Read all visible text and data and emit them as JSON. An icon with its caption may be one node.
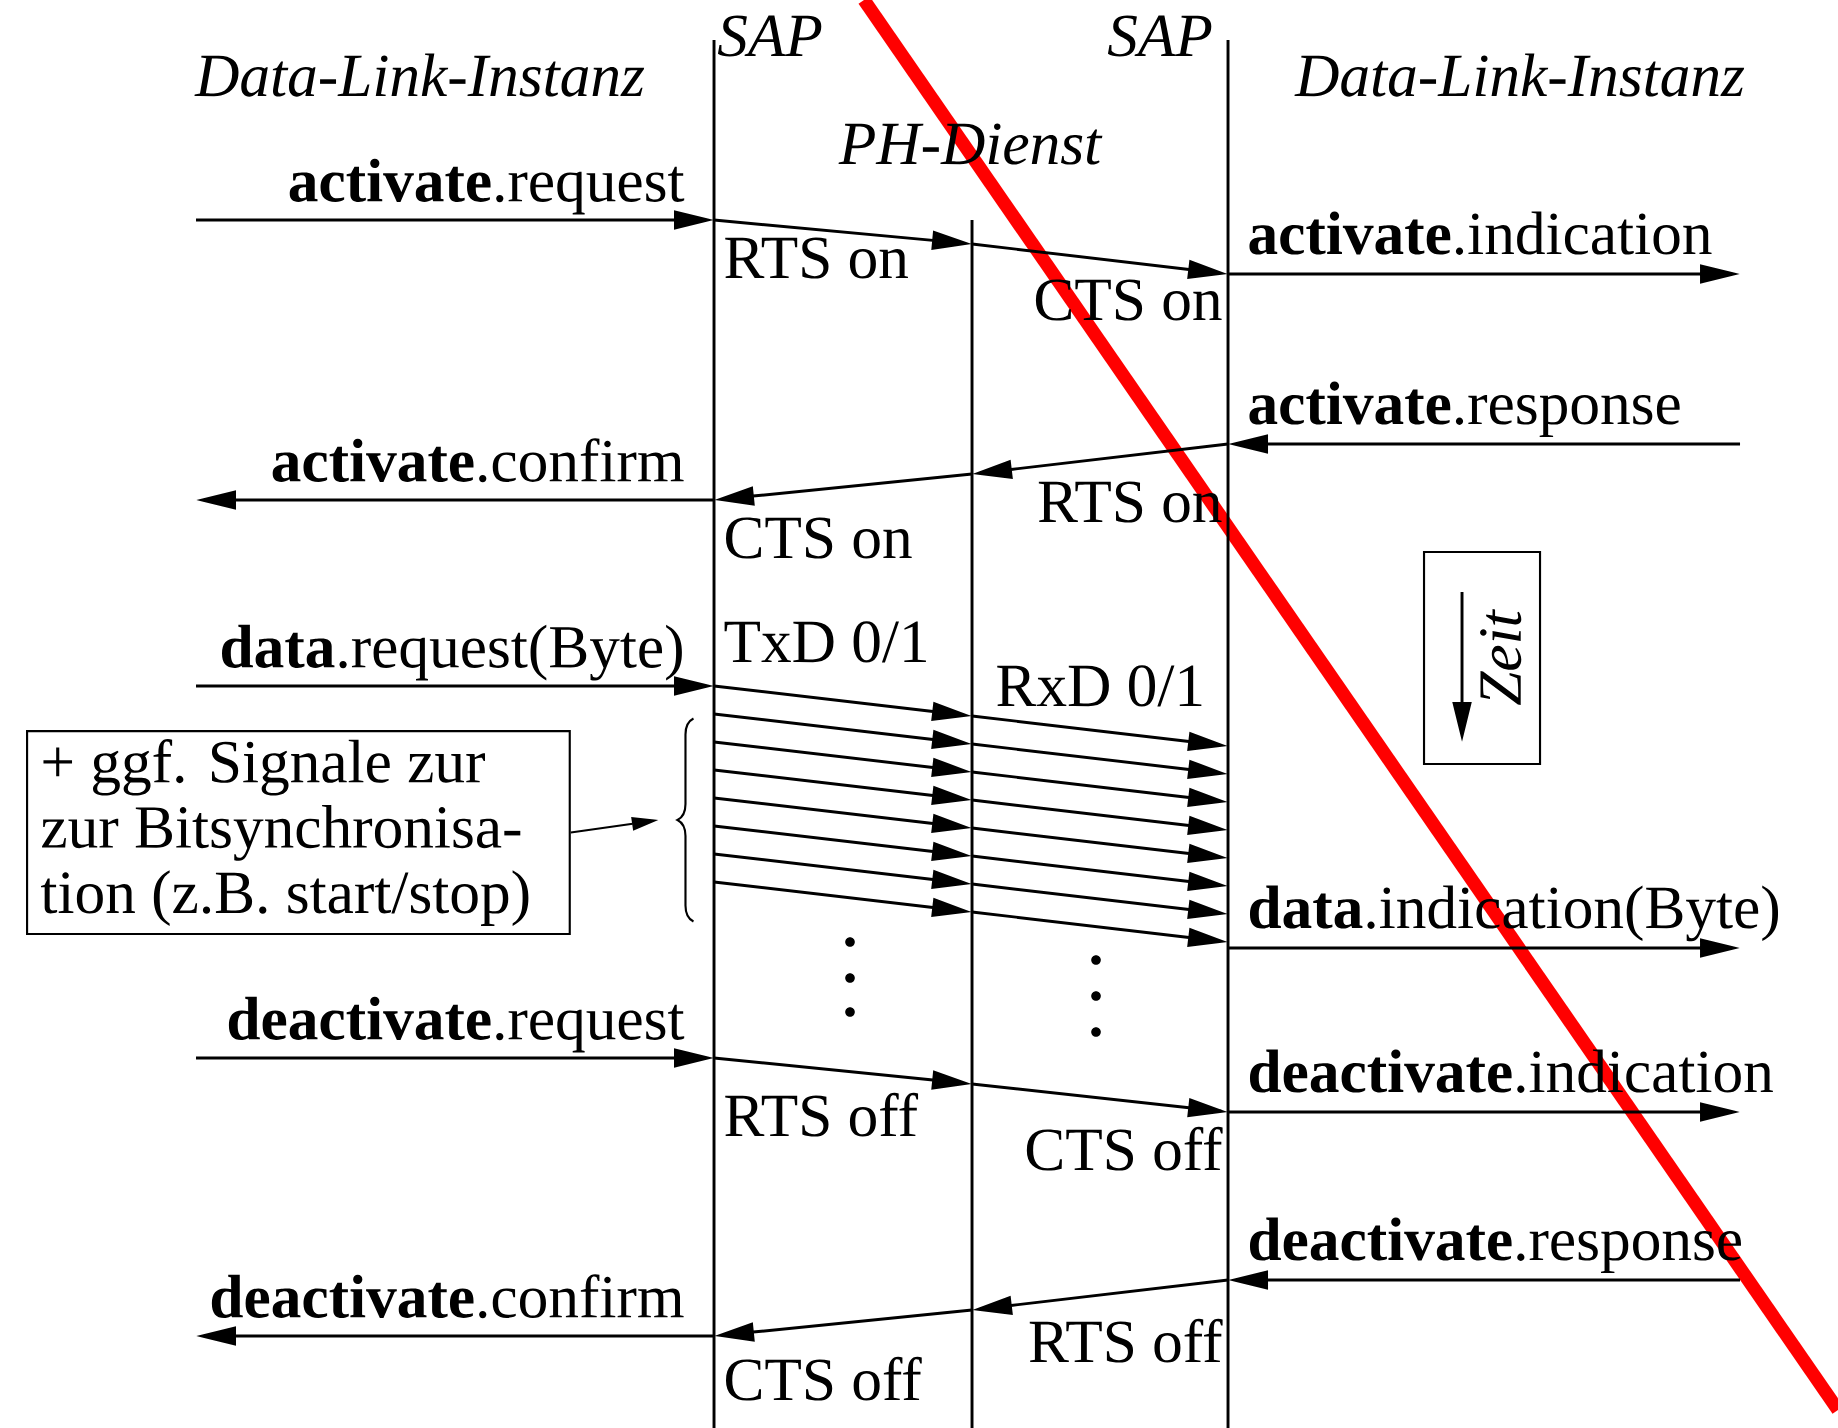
{
  "diagram": {
    "nodes": [
      {
        "text": [
          "+ ggf. Signale zur zur Bitsynchronisa- tion (z.B. start/stop)"
        ]
      },
      {
        "text": [
          "Zeit"
        ]
      },
      {
        "text": [],
        "shape": "brace"
      },
      {
        "text": [],
        "shape": "bar"
      },
      {
        "text": [],
        "shape": "bar"
      },
      {
        "text": [],
        "shape": "bar"
      }
    ],
    "edges": [
      {
        "from": 0,
        "to": 2,
        "arrow": "to"
      },
      {
        "from": null,
        "to": 3,
        "arrow": "to",
        "label": "**activate**.request"
      },
      {
        "from": 3,
        "to": 4,
        "arrow": "to"
      },
      {
        "from": 4,
        "to": 5,
        "arrow": "to"
      },
      {
        "from": 5,
        "to": null,
        "arrow": "to",
        "label": "**activate**.indication"
      },
      {
        "from": null,
        "to": 5,
        "arrow": "to",
        "label": "**activate**.response"
      },
      {
        "from": 5,
        "to": 4,
        "arrow": "to"
      },
      {
        "from": 4,
        "to": 3,
        "arrow": "to"
      },
      {
        "from": 3,
        "to": null,
        "arrow": "to",
        "label": "**activate**.confirm"
      },
      {
        "from": null,
        "to": 3,
        "arrow": "to",
        "label": "**data**.request(Byte)"
      },
      {
        "from": 3,
        "to": 4,
        "arrow": "to"
      },
      {
        "from": 3,
        "to": 4,
        "arrow": "to"
      },
      {
        "from": 3,
        "to": 4,
        "arrow": "to"
      },
      {
        "from": 3,
        "to": 4,
        "arrow": "to"
      },
      {
        "from": 3,
        "to": 4,
        "arrow": "to"
      },
      {
        "from": 3,
        "to": 4,
        "arrow": "to"
      },
      {
        "from": 3,
        "to": 4,
        "arrow": "to"
      },
      {
        "from": 3,
        "to": 4,
        "arrow": "to"
      },
      {
        "from": 4,
        "to": 5,
        "arrow": "to"
      },
      {
        "from": 4,
        "to": 5,
        "arrow": "to"
      },
      {
        "from": 4,
        "to": 5,
        "arrow": "to"
      },
      {
        "from": 4,
        "to": 5,
        "arrow": "to"
      },
      {
        "from": 4,
        "to": 5,
        "arrow": "to"
      },
      {
        "from": 4,
        "to": 5,
        "arrow": "to"
      },
      {
        "from": 4,
        "to": 5,
        "arrow": "to"
      },
      {
        "from": 4,
        "to": 5,
        "arrow": "to"
      },
      {
        "from": 5,
        "to": null,
        "arrow": "to",
        "label": "**data**.indication(Byte)"
      },
      {
        "from": null,
        "to": 3,
        "arrow": "to",
        "label": "**deactivate**.request"
      },
      {
        "from": 3,
        "to": 4,
        "arrow": "to"
      },
      {
        "from": 4,
        "to": 5,
        "arrow": "to"
      },
      {
        "from": 5,
        "to": null,
        "arrow": "to",
        "label": "**deactivate**.indication"
      },
      {
        "from": null,
        "to": 5,
        "arrow": "to",
        "label": "**deactivate**.response"
      },
      {
        "from": 5,
        "to": 4,
        "arrow": "to"
      },
      {
        "from": 4,
        "to": 3,
        "arrow": "to"
      },
      {
        "from": 3,
        "to": null,
        "arrow": "to",
        "label": "**deactivate**.confirm"
      }
    ],
    "labels": [
      "Data-Link-Instanz",
      "SAP",
      "SAP",
      "Data-Link-Instanz",
      "PH-Dienst",
      "RTS on",
      "CTS on",
      "RTS on",
      "CTS on",
      "TxD 0/1",
      "RxD 0/1",
      "RTS off",
      "CTS off",
      "RTS off",
      "CTS off"
    ]
  }
}
